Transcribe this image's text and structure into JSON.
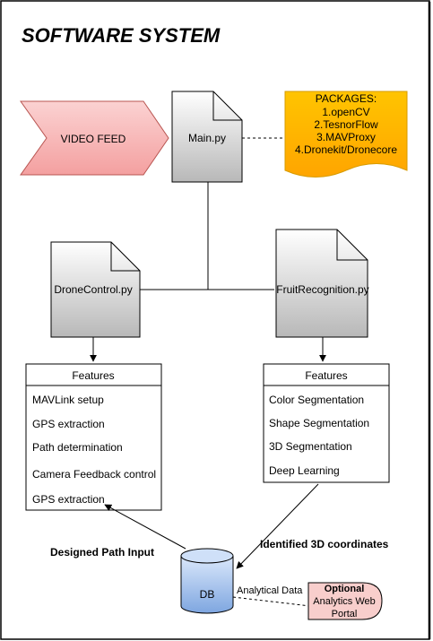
{
  "title": "SOFTWARE SYSTEM",
  "video_feed": "VIDEO FEED",
  "main_file": "Main.py",
  "packages": {
    "heading": "PACKAGES:",
    "items": [
      "1.openCV",
      "2.TesnorFlow",
      "3.MAVProxy",
      "4.Dronekit/Dronecore"
    ]
  },
  "drone_control_file": "DroneControl.py",
  "fruit_recognition_file": "FruitRecognition.py",
  "left_features": {
    "heading": "Features",
    "items": [
      "MAVLink setup",
      "GPS extraction",
      "Path determination",
      "Camera Feedback control",
      "GPS extraction"
    ]
  },
  "right_features": {
    "heading": "Features",
    "items": [
      "Color Segmentation",
      "Shape Segmentation",
      "3D Segmentation",
      "Deep Learning"
    ]
  },
  "db_label": "DB",
  "designed_path_label": "Designed Path Input",
  "identified_coords_label": "Identified 3D coordinates",
  "analytical_data_label": "Analytical Data",
  "portal": {
    "optional": "Optional",
    "line1": "Analytics Web",
    "line2": "Portal"
  },
  "colors": {
    "title": "#b44ce8",
    "video_feed_fill": "#f8b4b4",
    "video_feed_stroke": "#b85450",
    "packages_fill": "#ffb800",
    "portal_fill": "#f8cecc"
  }
}
